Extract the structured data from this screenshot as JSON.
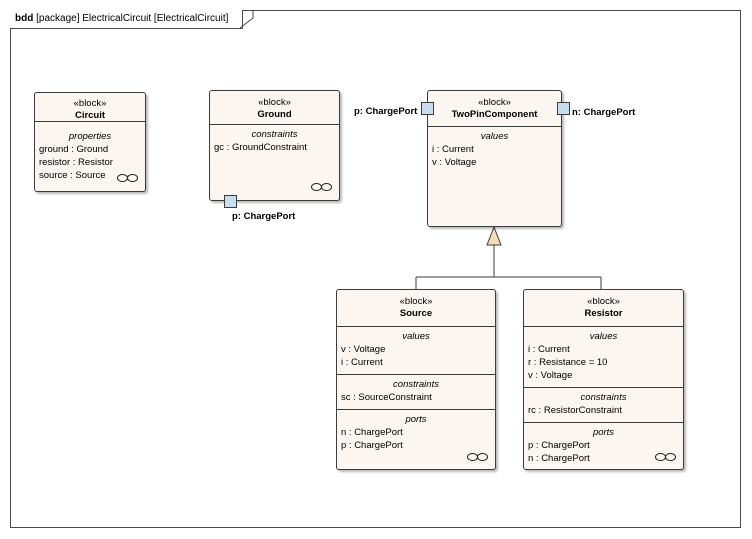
{
  "frame": {
    "kind": "bdd",
    "label": "[package] ElectricalCircuit [ElectricalCircuit]"
  },
  "blocks": {
    "circuit": {
      "stereotype": "«block»",
      "name": "Circuit",
      "sections": [
        {
          "title": "properties",
          "lines": [
            "ground : Ground",
            "resistor : Resistor",
            "source : Source"
          ]
        }
      ]
    },
    "ground": {
      "stereotype": "«block»",
      "name": "Ground",
      "sections": [
        {
          "title": "constraints",
          "lines": [
            "gc : GroundConstraint"
          ]
        }
      ],
      "port_label": "p: ChargePort"
    },
    "twopin": {
      "stereotype": "«block»",
      "name": "TwoPinComponent",
      "sections": [
        {
          "title": "values",
          "lines": [
            "i : Current",
            "v : Voltage"
          ]
        }
      ],
      "left_port_label": "p: ChargePort",
      "right_port_label": "n: ChargePort"
    },
    "source": {
      "stereotype": "«block»",
      "name": "Source",
      "sections": [
        {
          "title": "values",
          "lines": [
            "v : Voltage",
            "i : Current"
          ]
        },
        {
          "title": "constraints",
          "lines": [
            "sc : SourceConstraint"
          ]
        },
        {
          "title": "ports",
          "lines": [
            "n : ChargePort",
            "p : ChargePort"
          ]
        }
      ]
    },
    "resistor": {
      "stereotype": "«block»",
      "name": "Resistor",
      "sections": [
        {
          "title": "values",
          "lines": [
            "i : Current",
            "r : Resistance = 10",
            "v : Voltage"
          ]
        },
        {
          "title": "constraints",
          "lines": [
            "rc : ResistorConstraint"
          ]
        },
        {
          "title": "ports",
          "lines": [
            "p : ChargePort",
            "n : ChargePort"
          ]
        }
      ]
    }
  },
  "colors": {
    "block_fill": "#fbf6f2",
    "port_fill": "#c8dcf0",
    "generalization_head": "#f5dcb4"
  },
  "icons": {
    "part_icon": "infinity-icon"
  }
}
